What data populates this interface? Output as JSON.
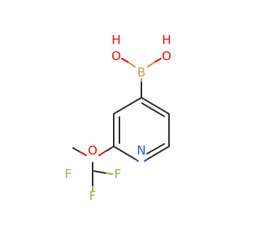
{
  "molecule": {
    "colors": {
      "carbon_bond": "#3a3a3a",
      "oxygen": "#ff0d0d",
      "nitrogen": "#3050f8",
      "boron": "#cc9a59",
      "fluorine": "#8fbf3f",
      "background": "#ffffff"
    },
    "atoms": {
      "B": "B",
      "OH_left": "O",
      "OH_left_h": "H",
      "OH_right": "O",
      "OH_right_h": "H",
      "N": "N",
      "O_ether": "O",
      "F1": "F",
      "F2": "F",
      "F3": "F"
    }
  }
}
